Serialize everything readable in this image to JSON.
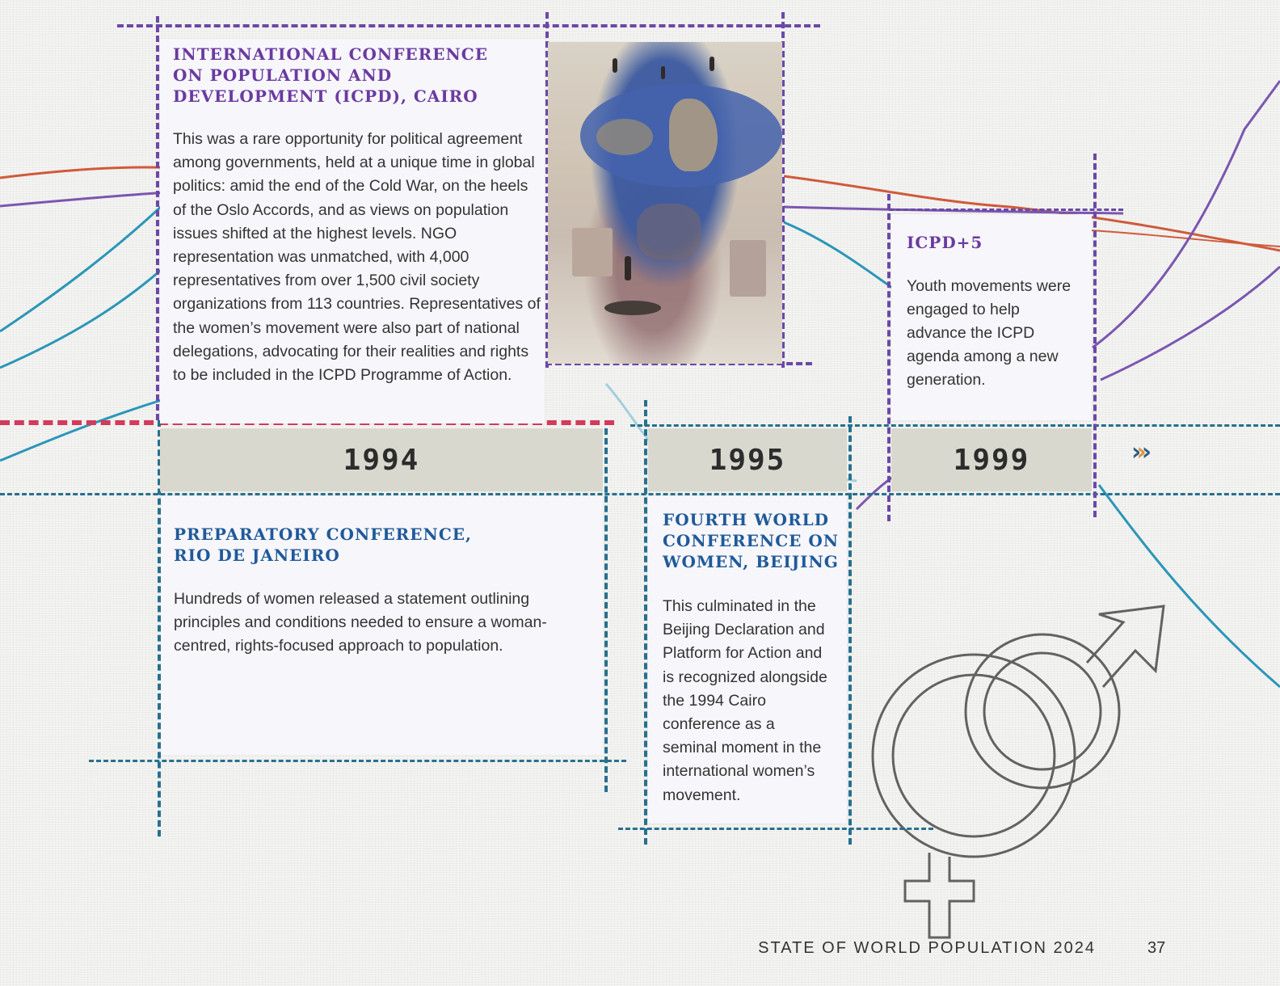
{
  "timeline": [
    {
      "year": "1994",
      "events": [
        {
          "title": "International Conference on Population and Development (ICPD), Cairo",
          "title_lines": [
            "International Conference",
            "on Population and",
            "Development (ICPD), Cairo"
          ],
          "body": "This was a rare opportunity for political agreement among governments, held at a unique time in global politics: amid the end of the Cold War, on the heels of the Oslo Accords, and as views on population issues shifted at the highest levels. NGO representation was unmatched, with 4,000 representatives from over 1,500 civil society organizations from 113 countries. Representatives of the women’s movement were also part of national delegations, advocating for their realities and rights to be included in the ICPD Programme of Action.",
          "position": "above"
        },
        {
          "title": "Preparatory Conference, Rio de Janeiro",
          "title_lines": [
            "Preparatory Conference,",
            "Rio de Janeiro"
          ],
          "body": "Hundreds of women released a statement outlining principles and conditions needed to ensure a woman-centred, rights-focused approach to population.",
          "position": "below"
        }
      ]
    },
    {
      "year": "1995",
      "events": [
        {
          "title": "Fourth World Conference on Women, Beijing",
          "title_lines": [
            "Fourth World",
            "Conference on",
            "Women, Beijing"
          ],
          "body": "This culminated in the Beijing Declaration and Platform for Action and is recognized alongside the 1994 Cairo conference as a seminal moment in the international women’s movement.",
          "position": "below"
        }
      ]
    },
    {
      "year": "1999",
      "events": [
        {
          "title": "ICPD+5",
          "title_lines": [
            "ICPD+5"
          ],
          "body": "Youth movements were engaged to help advance the ICPD agenda among a new generation.",
          "position": "above"
        }
      ]
    }
  ],
  "continue_marker": "›››",
  "footer": {
    "publication": "STATE OF WORLD POPULATION 2024",
    "page_number": "37"
  },
  "colors": {
    "purple_heading": "#6a3aa0",
    "blue_heading": "#1f5a9a",
    "teal_stitch": "#27708f",
    "violet_stitch": "#6b48a8",
    "red_stitch": "#d33a5c",
    "year_band": "#d9d8ce"
  },
  "icons": [
    "photo-collage-image",
    "gender-symbol-icon",
    "continue-arrows-icon"
  ]
}
